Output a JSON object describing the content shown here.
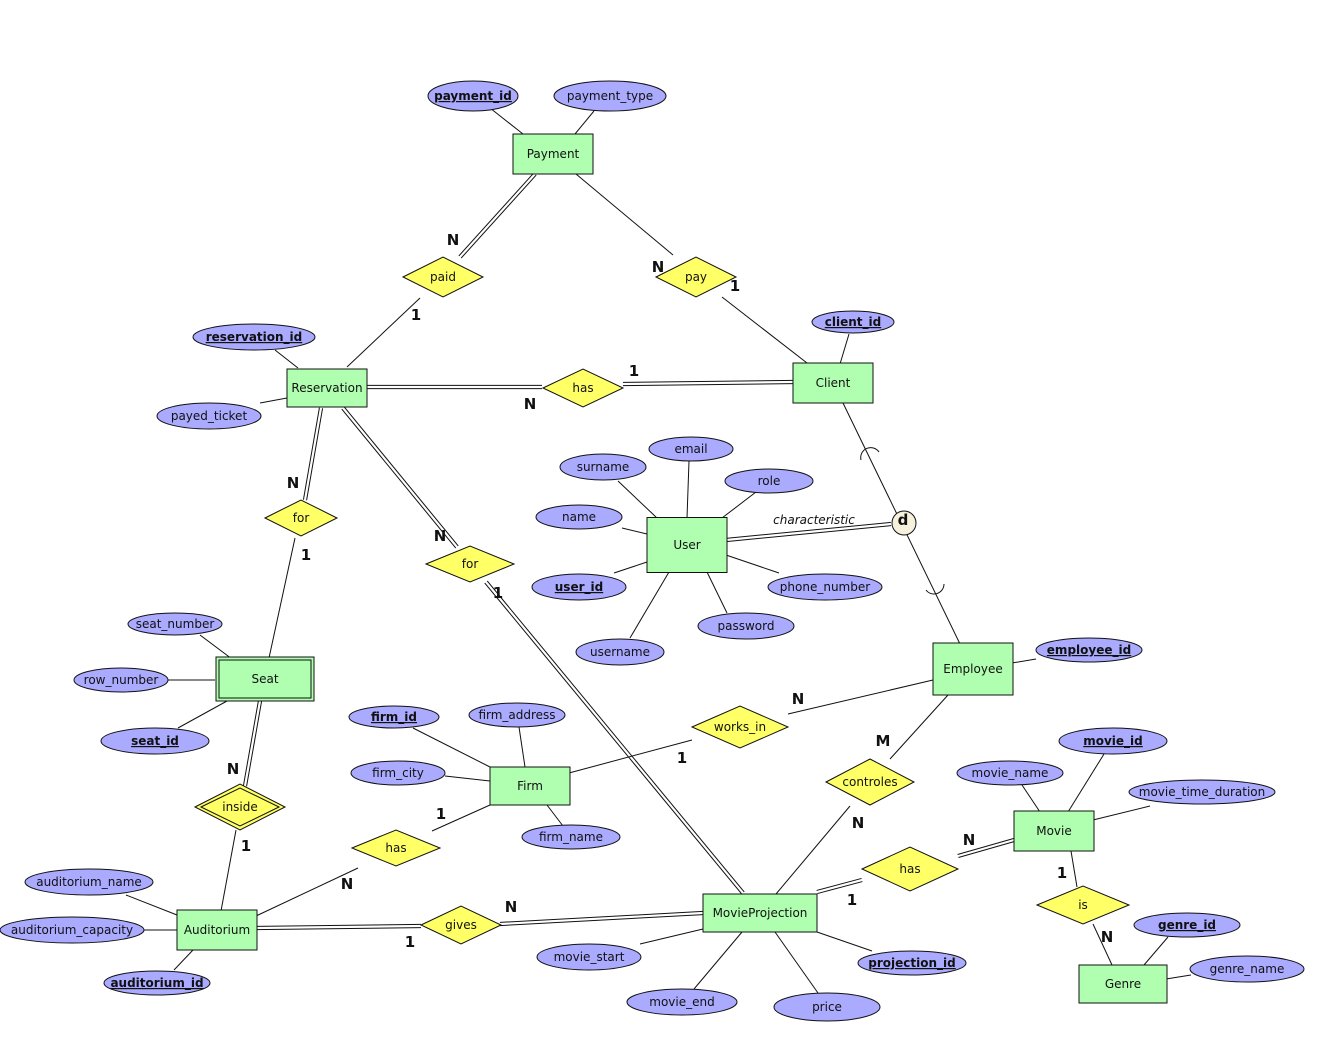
{
  "colors": {
    "entity": "#b0ffb0",
    "attribute": "#aaaaff",
    "relationship": "#ffff66",
    "disjoint": "#f5f1dc"
  },
  "entities": {
    "payment": "Payment",
    "reservation": "Reservation",
    "client": "Client",
    "user": "User",
    "employee": "Employee",
    "seat": "Seat",
    "firm": "Firm",
    "auditorium": "Auditorium",
    "movie_projection": "MovieProjection",
    "movie": "Movie",
    "genre": "Genre"
  },
  "relationships": {
    "paid": "paid",
    "pay": "pay",
    "has_res_client": "has",
    "for_res_seat": "for",
    "for_res_projection": "for",
    "works_in": "works_in",
    "controles": "controles",
    "has_firm_auditorium": "has",
    "has_projection_movie": "has",
    "inside": "inside",
    "gives": "gives",
    "is": "is"
  },
  "attributes": {
    "payment_id": "payment_id",
    "payment_type": "payment_type",
    "reservation_id": "reservation_id",
    "payed_ticket": "payed_ticket",
    "client_id": "client_id",
    "surname": "surname",
    "email": "email",
    "role": "role",
    "name": "name",
    "user_id": "user_id",
    "phone_number": "phone_number",
    "password": "password",
    "username": "username",
    "employee_id": "employee_id",
    "seat_number": "seat_number",
    "row_number": "row_number",
    "seat_id": "seat_id",
    "firm_id": "firm_id",
    "firm_address": "firm_address",
    "firm_city": "firm_city",
    "firm_name": "firm_name",
    "movie_name": "movie_name",
    "movie_id": "movie_id",
    "movie_time_duration": "movie_time_duration",
    "auditorium_name": "auditorium_name",
    "auditorium_capacity": "auditorium_capacity",
    "auditorium_id": "auditorium_id",
    "movie_start": "movie_start",
    "movie_end": "movie_end",
    "price": "price",
    "projection_id": "projection_id",
    "genre_id": "genre_id",
    "genre_name": "genre_name"
  },
  "specialization": {
    "symbol": "d",
    "label": "characteristic"
  },
  "cardinalities": [
    "N",
    "1",
    "N",
    "1",
    "1",
    "N",
    "N",
    "1",
    "N",
    "1",
    "N",
    "1",
    "M",
    "N",
    "1",
    "N",
    "N",
    "1",
    "N",
    "1",
    "1",
    "N",
    "1",
    "N"
  ]
}
